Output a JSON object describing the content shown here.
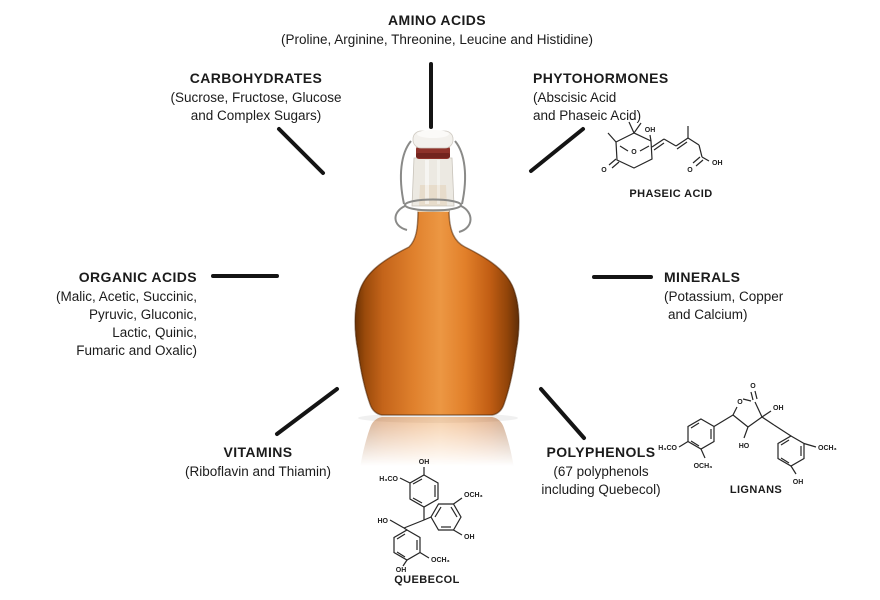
{
  "labels": {
    "amino": {
      "title": "AMINO ACIDS",
      "lines": [
        "(Proline, Arginine, Threonine, Leucine and Histidine)"
      ]
    },
    "carbohydrates": {
      "title": "CARBOHYDRATES",
      "lines": [
        "(Sucrose, Fructose, Glucose",
        "and Complex Sugars)"
      ]
    },
    "phytohormones": {
      "title": "PHYTOHORMONES",
      "lines": [
        "(Abscisic Acid",
        "and Phaseic Acid)"
      ]
    },
    "organic_acids": {
      "title": "ORGANIC ACIDS",
      "lines": [
        "(Malic, Acetic, Succinic,",
        "Pyruvic, Gluconic,",
        "Lactic, Quinic,",
        "Fumaric and Oxalic)"
      ]
    },
    "minerals": {
      "title": "MINERALS",
      "lines": [
        "(Potassium, Copper",
        "and Calcium)"
      ]
    },
    "vitamins": {
      "title": "VITAMINS",
      "lines": [
        "(Riboflavin and Thiamin)"
      ]
    },
    "polyphenols": {
      "title": "POLYPHENOLS",
      "lines": [
        "(67 polyphenols",
        "including Quebecol)"
      ]
    }
  },
  "structures": {
    "phaseic": {
      "caption": "PHASEIC ACID",
      "atoms": {
        "o_ring": "O",
        "o_ketone": "O",
        "oh": "OH",
        "o_acid": "O",
        "oh_acid": "OH"
      }
    },
    "lignans": {
      "caption": "LIGNANS",
      "atoms": {
        "o_ring": "O",
        "o_carbonyl": "O",
        "oh": "OH",
        "ho": "HO",
        "h3co": "H₃CO",
        "och3_a": "OCH₃",
        "och3_b": "OCH₃",
        "oh_b": "OH"
      }
    },
    "quebecol": {
      "caption": "QUEBECOL",
      "atoms": {
        "oh_top": "OH",
        "h3co": "H₃CO",
        "ho": "HO",
        "och3_r": "OCH₃",
        "oh_r": "OH",
        "och3_b": "OCH₃",
        "oh_b": "OH"
      }
    }
  },
  "colors": {
    "background": "#ffffff",
    "text": "#1b1b1b",
    "line": "#141414",
    "syrup_mid": "#ec9743",
    "syrup_deep": "#c4641a",
    "syrup_edge": "#6b3204",
    "cap_white": "#f3f1ed",
    "gasket_red": "#8e322a",
    "wire_gray": "#8a8a88",
    "glass": "#e7e3db",
    "structure_ink": "#262626"
  }
}
